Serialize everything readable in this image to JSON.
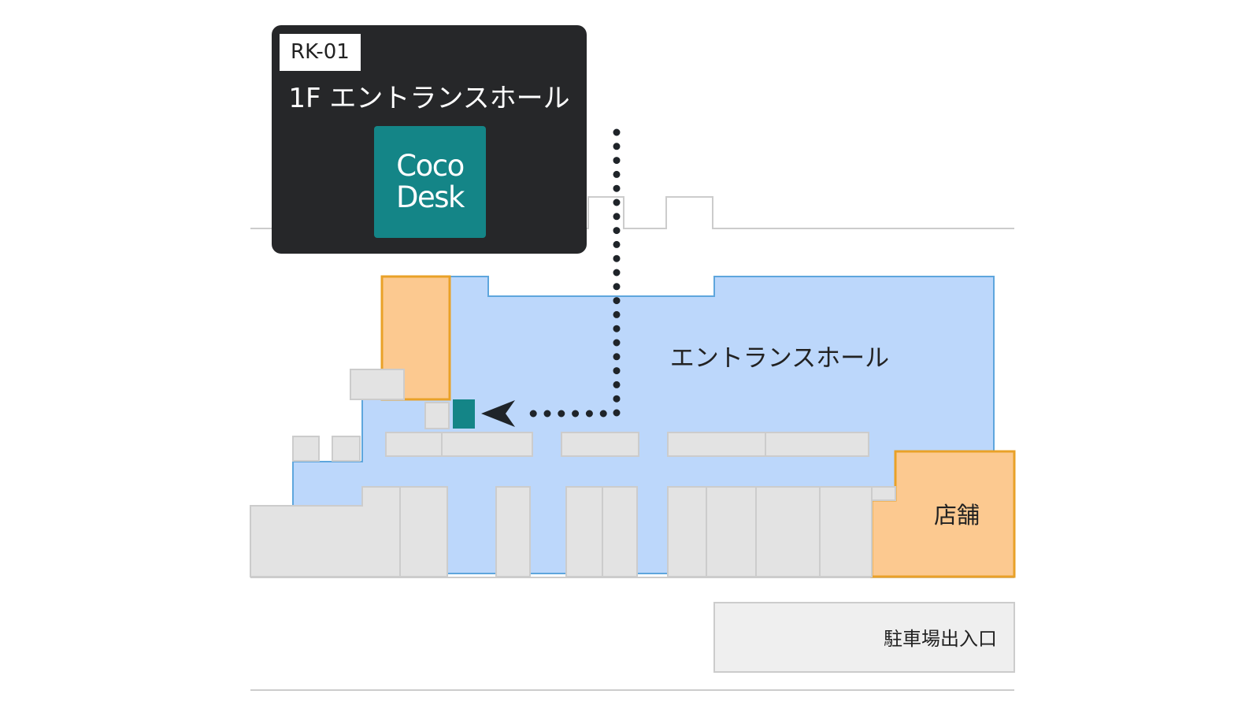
{
  "callout": {
    "location_code": "RK-01",
    "location_title": "1F エントランスホール",
    "brand_line1": "Coco",
    "brand_line2": "Desk"
  },
  "map": {
    "hall_label": "エントランスホール",
    "shop_label": "店舗",
    "parking_label": "駐車場出入口"
  },
  "colors": {
    "hall_fill": "#bcd7fb",
    "hall_stroke": "#5ea6dd",
    "shop_fill": "#fcc990",
    "shop_stroke": "#e9a128",
    "wall_stroke": "#cccccc",
    "block_fill": "#e3e3e3",
    "booth_fill": "#148587",
    "route_color": "#1f2429",
    "callout_bg": "#262729"
  }
}
